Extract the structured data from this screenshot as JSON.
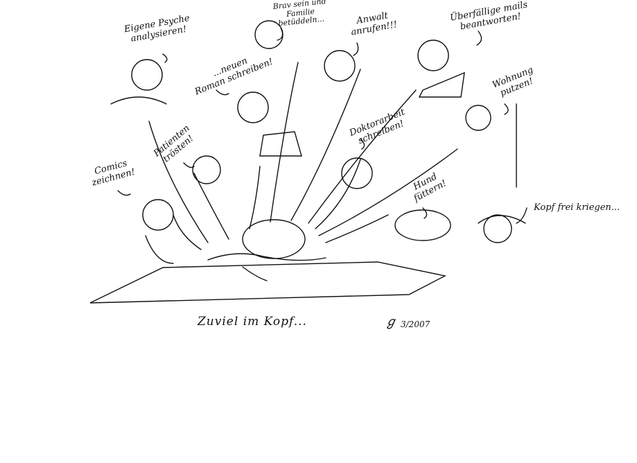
{
  "bubbles": {
    "psyche": "Eigene Psyche\nanalysieren!",
    "familie": "Brav sein und\nFamilie\nbetüddeln...",
    "anwalt": "Anwalt\nanrufen!!!",
    "mails": "Überfällige mails\nbeantworten!",
    "roman": "...neuen\nRoman schreiben!",
    "wohnung": "Wohnung\nputzen!",
    "doktor": "Doktorarbeit\nschreiben!",
    "patienten": "Patienten\ntrösten!",
    "comics": "Comics\nzeichnen!",
    "hund": "Hund\nfüttern!",
    "kopf": "Kopf frei kriegen..."
  },
  "caption": "Zuviel im Kopf...",
  "signature": "3/2007"
}
